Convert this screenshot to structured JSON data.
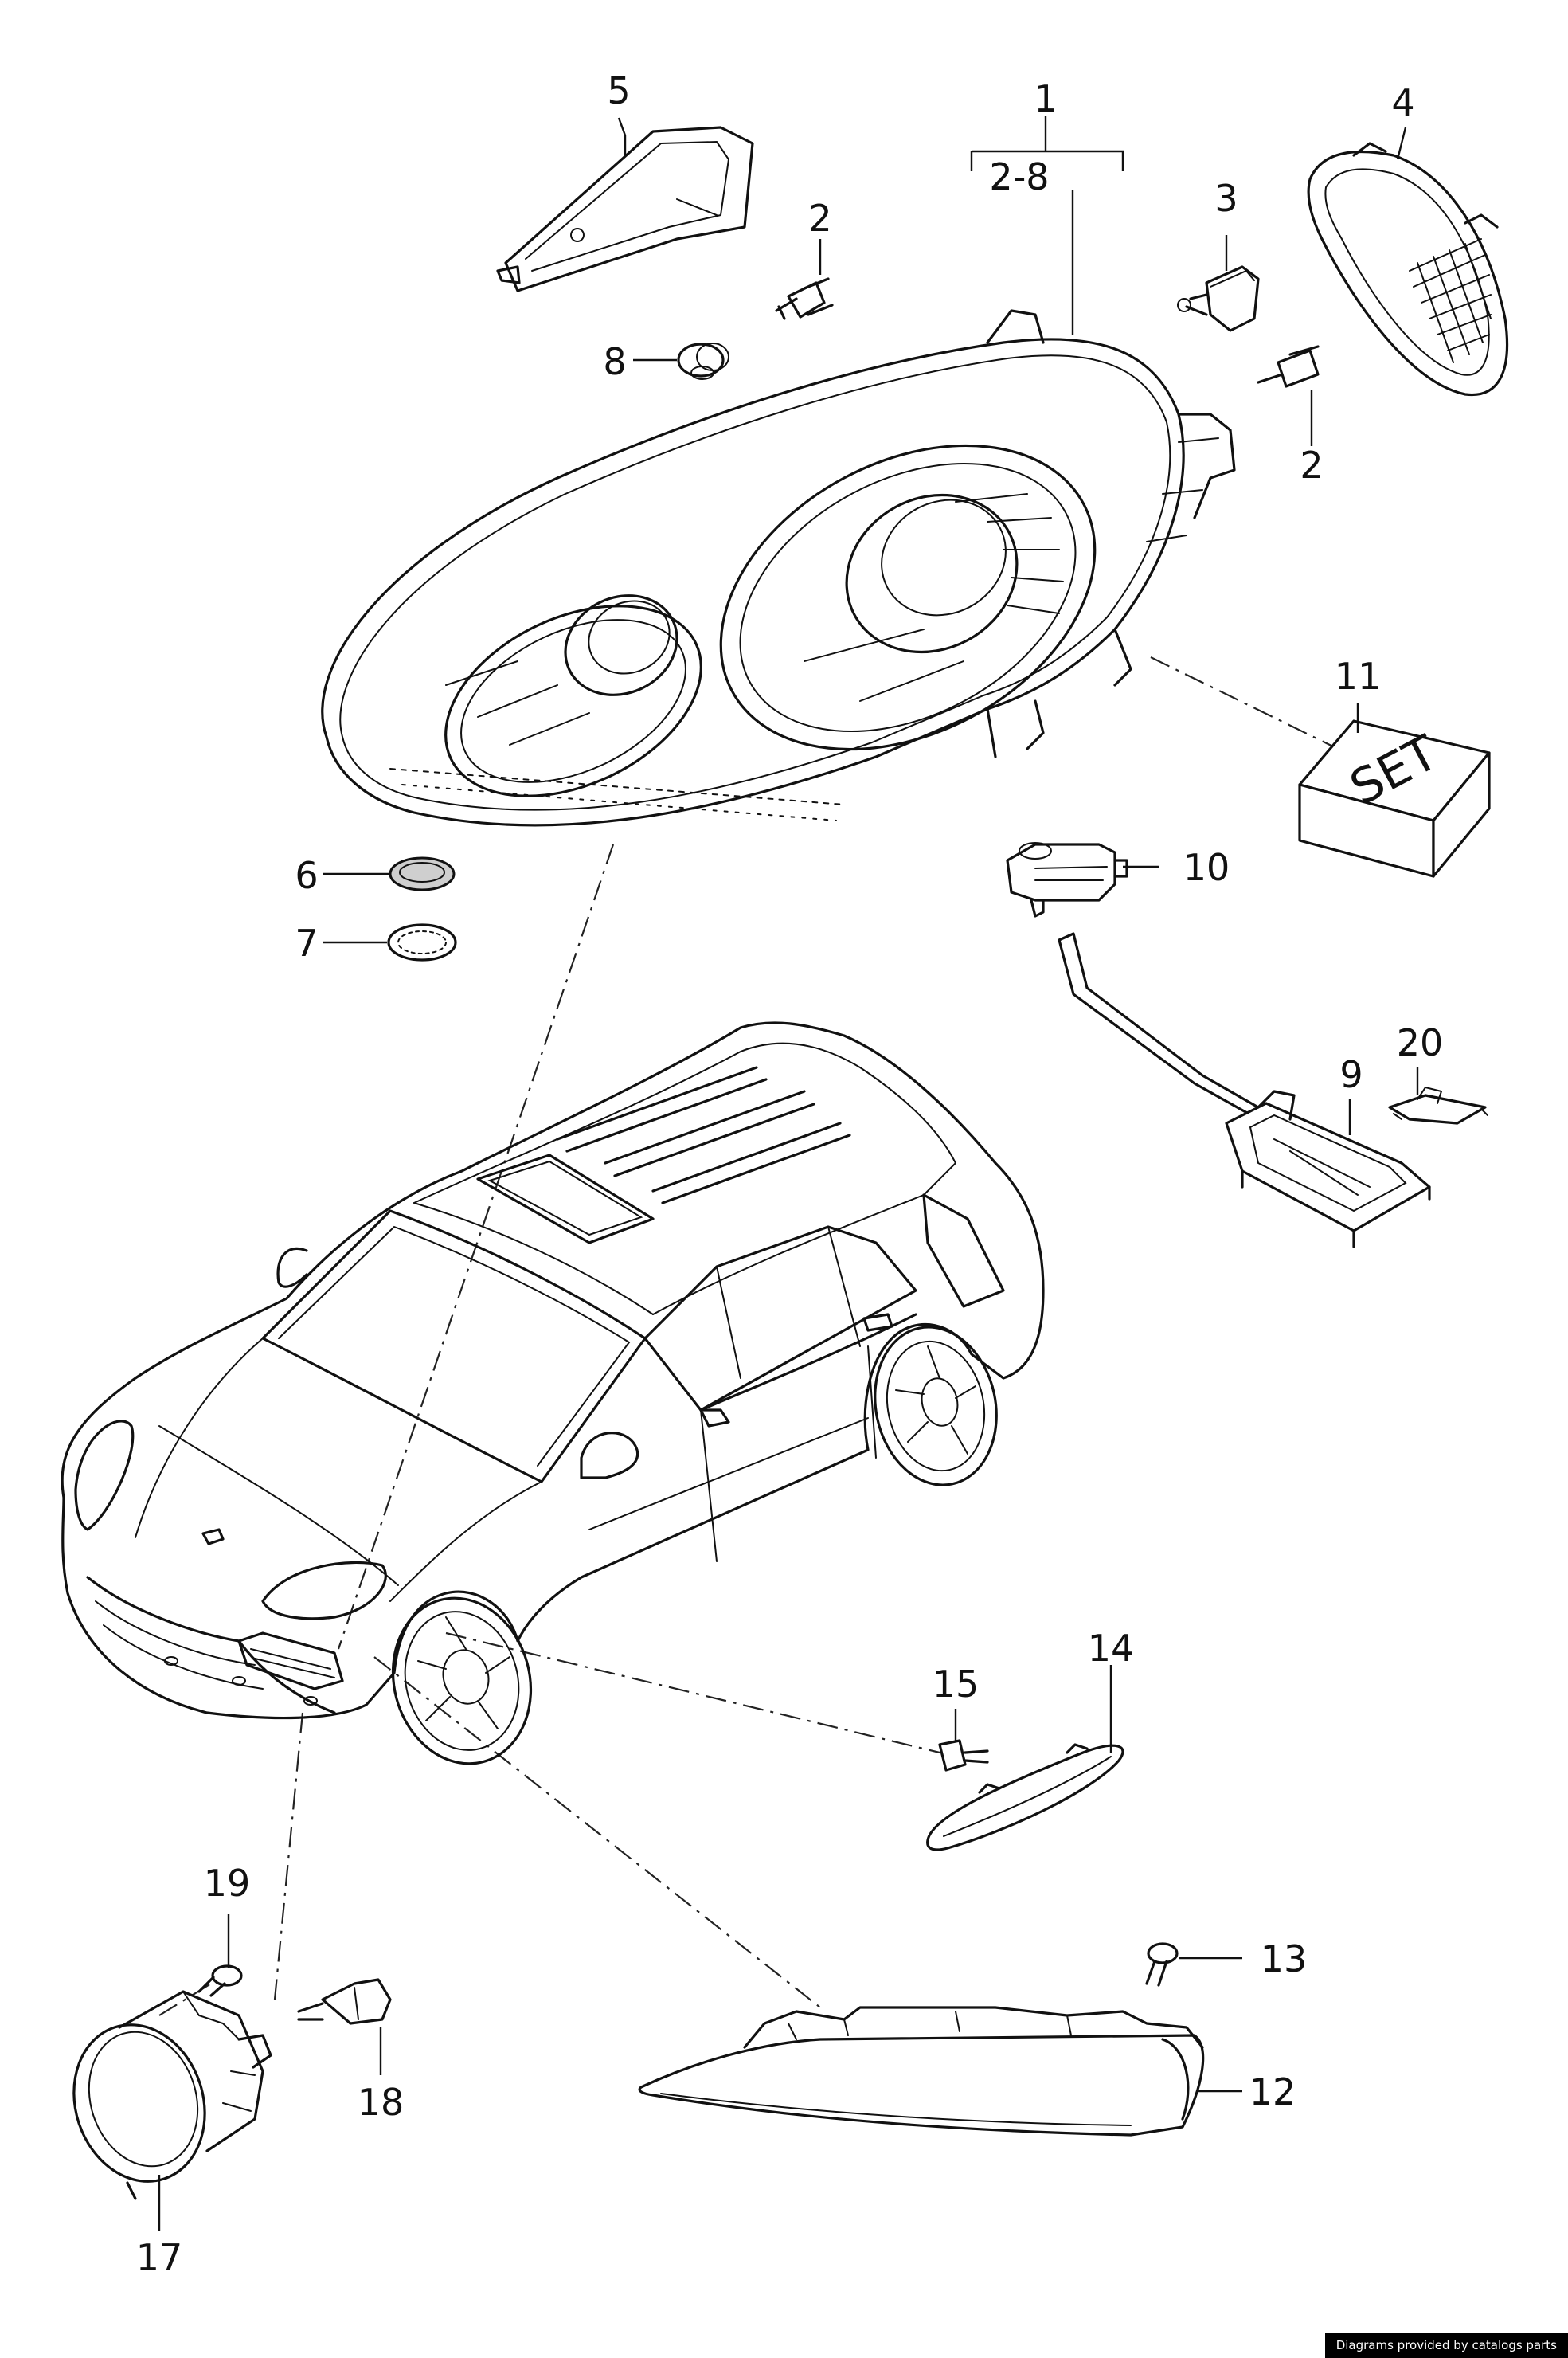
{
  "callouts": {
    "c1": "1",
    "c2_8": "2-8",
    "c2a": "2",
    "c2b": "2",
    "c3": "3",
    "c4": "4",
    "c5": "5",
    "c6": "6",
    "c7": "7",
    "c8": "8",
    "c9": "9",
    "c10": "10",
    "c11": "11",
    "c12": "12",
    "c13": "13",
    "c14": "14",
    "c15": "15",
    "c17": "17",
    "c18": "18",
    "c19": "19",
    "c20": "20"
  },
  "set_box_label": "SET",
  "footer_credit": "Diagrams provided by catalogs parts"
}
